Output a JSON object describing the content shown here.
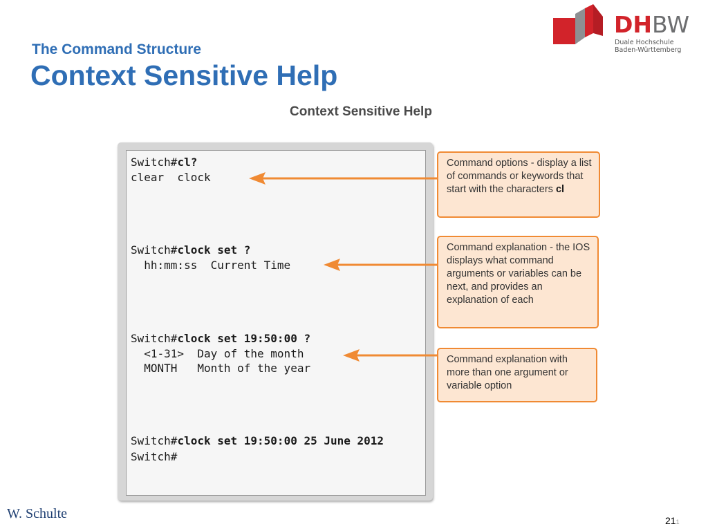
{
  "header": {
    "subtitle": "The Command Structure",
    "title": "Context Sensitive Help"
  },
  "logo": {
    "dh": "DH",
    "bw": "BW",
    "line1": "Duale Hochschule",
    "line2": "Baden-Württemberg",
    "colors": {
      "red": "#d2232a",
      "gray": "#6d6e70"
    }
  },
  "figure": {
    "title": "Context Sensitive Help",
    "terminal": {
      "prompt": "Switch#",
      "cmd1": "cl?",
      "out1": "clear  clock",
      "cmd2": "clock set ?",
      "out2": "  hh:mm:ss  Current Time",
      "cmd3": "clock set 19:50:00 ?",
      "out3a": "  <1-31>  Day of the month",
      "out3b": "  MONTH   Month of the year",
      "cmd4": "clock set 19:50:00 25 June 2012"
    },
    "callouts": {
      "c1_text": "Command options - display a list of commands or keywords that start with the characters ",
      "c1_bold": "cl",
      "c2_text": "Command explanation - the IOS displays what command arguments or variables can be next, and provides an explanation of each",
      "c3_text": "Command explanation with more than one argument or variable option"
    },
    "accent_color": "#f08a33"
  },
  "footer": {
    "author": "W.  Schulte",
    "page": "21",
    "page_suffix": "1"
  }
}
